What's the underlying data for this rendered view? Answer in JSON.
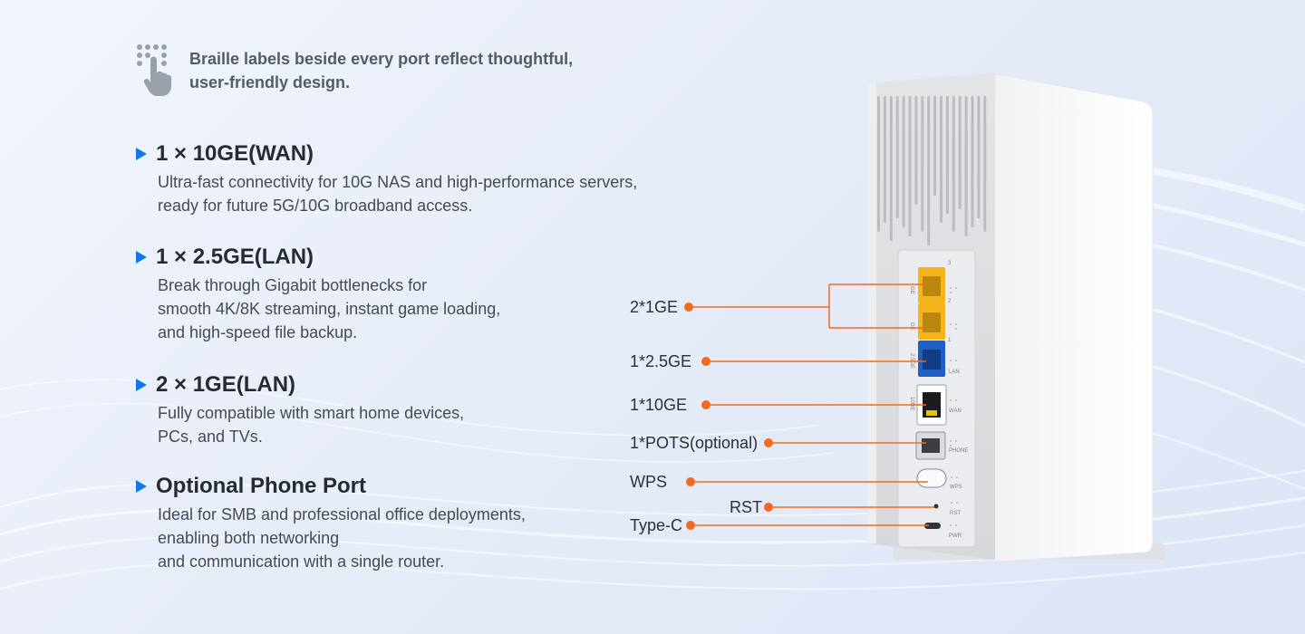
{
  "braille": {
    "icon": "braille-touch-icon",
    "lines": [
      "Braille labels beside every port reflect thoughtful,",
      "user-friendly design."
    ]
  },
  "features": [
    {
      "title": "1 × 10GE(WAN)",
      "lines": [
        "Ultra-fast connectivity for 10G NAS and high-performance servers,",
        "ready for future 5G/10G broadband access."
      ]
    },
    {
      "title": "1 × 2.5GE(LAN)",
      "lines": [
        "Break through Gigabit bottlenecks for",
        "smooth 4K/8K streaming, instant game loading,",
        "and high-speed file backup."
      ]
    },
    {
      "title": "2 × 1GE(LAN)",
      "lines": [
        "Fully compatible with smart home devices,",
        "PCs, and TVs."
      ]
    },
    {
      "title": "Optional Phone Port",
      "lines": [
        "Ideal for SMB and professional office deployments,",
        "enabling both networking",
        "and communication with a single router."
      ]
    }
  ],
  "port_labels": {
    "ge": "2*1GE",
    "ge25": "1*2.5GE",
    "ge10": "1*10GE",
    "pots": "1*POTS(optional)",
    "wps": "WPS",
    "rst": "RST",
    "typec": "Type-C"
  },
  "router_marks": {
    "ge_a": "GE",
    "ge_b": "GE",
    "ge25": "2.5GE",
    "ge10": "10GE",
    "n3": "3",
    "n2": "2",
    "n1": "1",
    "lan": "LAN",
    "wan": "WAN",
    "phone": "PHONE",
    "wps": "WPS",
    "rst": "RST",
    "pwr": "PWR"
  },
  "colors": {
    "accent": "#1477e8",
    "callout": "#f26b1d",
    "port_yellow": "#f3b51a",
    "port_blue": "#1f5fc4"
  }
}
